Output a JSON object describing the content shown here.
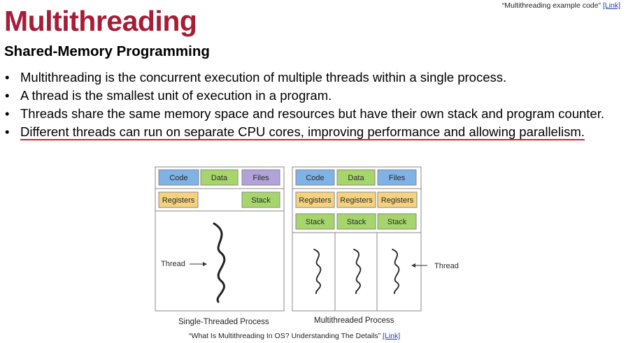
{
  "top_reference": {
    "text": "“Multithreading example code” ",
    "link": "[Link]"
  },
  "title": "Multithreading",
  "subtitle": "Shared-Memory Programming",
  "bullets": [
    "Multithreading is the concurrent execution of multiple threads within a single process.",
    "A thread is the smallest unit of execution in a program.",
    "Threads share the same memory space and resources but have their own stack and program counter.",
    "Different threads can run on separate CPU cores, improving performance and allowing parallelism."
  ],
  "bullet_symbol": "•",
  "diagram": {
    "single": {
      "code": "Code",
      "data": "Data",
      "files": "Files",
      "registers": "Registers",
      "stack": "Stack",
      "thread_label": "Thread",
      "caption": "Single-Threaded Process"
    },
    "multi": {
      "code": "Code",
      "data": "Data",
      "files": "Files",
      "registers": [
        "Registers",
        "Registers",
        "Registers"
      ],
      "stacks": [
        "Stack",
        "Stack",
        "Stack"
      ],
      "thread_label": "Thread",
      "caption": "Multithreaded Process"
    },
    "colors": {
      "blue": "#7fb2e6",
      "green": "#a6d66b",
      "purple": "#b3a2d9",
      "yellow": "#f4d27e",
      "border": "#8a8a8a"
    }
  },
  "bottom_reference": {
    "text": "“What Is Multithreading In OS? Understanding The Details” ",
    "link": "[Link]"
  }
}
